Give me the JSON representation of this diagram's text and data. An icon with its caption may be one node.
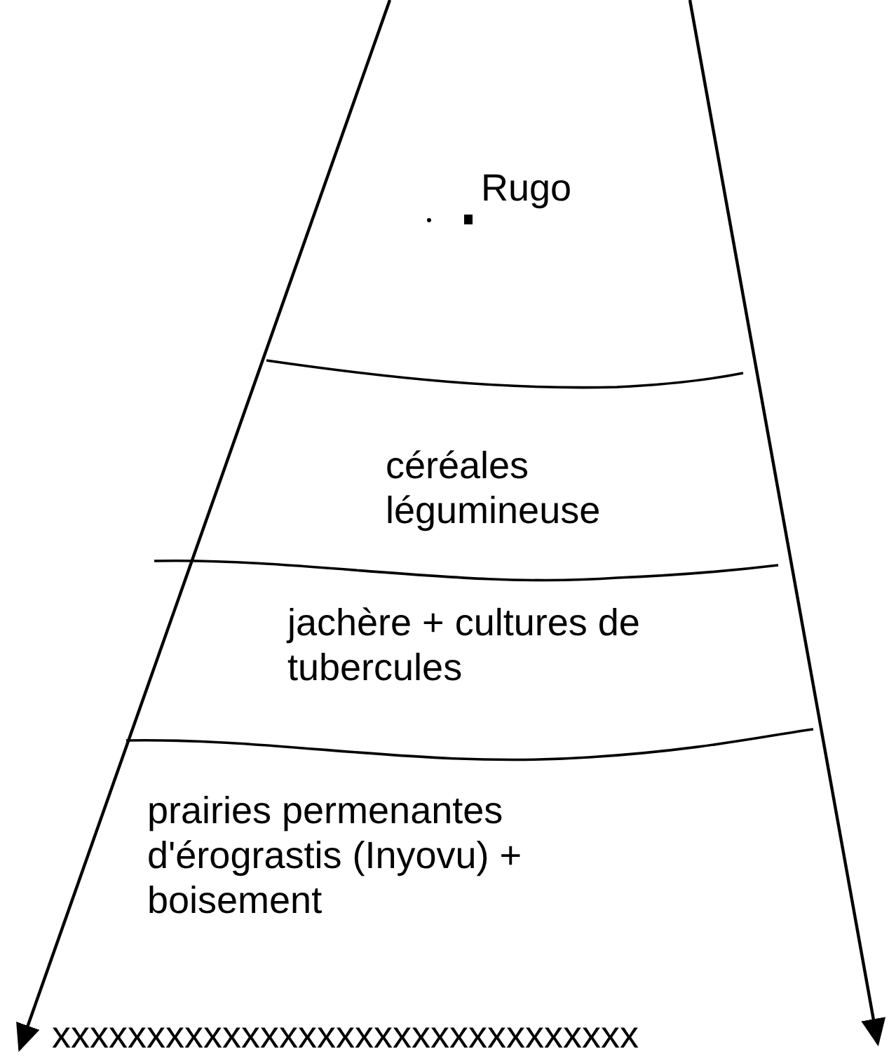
{
  "diagram": {
    "labels": [
      "Rugo",
      "céréales légumineuse",
      "jachère + cultures de tubercules",
      "prairies permenantes d'érograstis (Inyovu) + boisement",
      "xxxxxxxxxxxxxxxxxxxxxxxxxxxxxxx"
    ]
  }
}
